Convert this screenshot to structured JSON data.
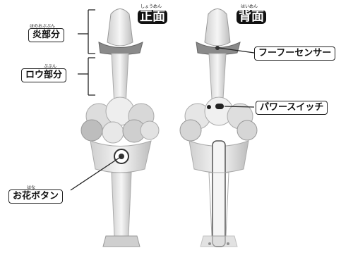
{
  "views": {
    "front": {
      "label": "正面",
      "ruby": "しょうめん"
    },
    "back": {
      "label": "背面",
      "ruby": "はいめん"
    }
  },
  "callouts": {
    "flame": {
      "label": "炎部分",
      "ruby": "ほのおぶぶん"
    },
    "wax": {
      "label": "ロウ部分",
      "ruby": "ぶぶん"
    },
    "flower_button": {
      "label": "お花ボタン",
      "ruby": "はな"
    },
    "blow_sensor": {
      "label": "フーフーセンサー"
    },
    "power_switch": {
      "label": "パワースイッチ"
    }
  },
  "colors": {
    "outline": "#222222",
    "toy_light": "#e6e6e6",
    "toy_shade": "#9a9a9a"
  }
}
